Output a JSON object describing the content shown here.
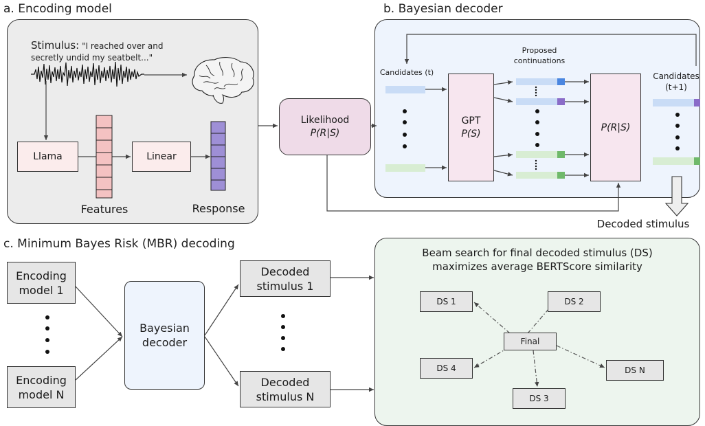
{
  "panel_a": {
    "title": "a. Encoding model",
    "stimulus_label": "Stimulus:",
    "stimulus_quote_line1": "\"I reached over and",
    "stimulus_quote_line2": "secretly undid my seatbelt...\"",
    "llama": "Llama",
    "linear": "Linear",
    "features": "Features",
    "response": "Response",
    "colors": {
      "panel_bg": "#ececec",
      "feature": "#f4c2c2",
      "response": "#9e8fd6",
      "box": "#fbecec"
    }
  },
  "likelihood": {
    "label": "Likelihood",
    "formula": "P(R|S)",
    "bg": "#efdbe8"
  },
  "panel_b": {
    "title": "b. Bayesian decoder",
    "candidates_t": "Candidates (t)",
    "proposed_line1": "Proposed",
    "proposed_line2": "continuations",
    "gpt": "GPT",
    "gpt_formula": "P(S)",
    "prs": "P(R|S)",
    "candidates_t1_line1": "Candidates",
    "candidates_t1_line2": "(t+1)",
    "decoded_stimulus": "Decoded stimulus",
    "colors": {
      "panel_bg": "#eef4fd",
      "blue_bar": "#c9dcf6",
      "blue_tip": "#4a86e0",
      "purple_tip": "#8a6cc8",
      "green_bar": "#d8edd3",
      "green_tip": "#6fb96a",
      "box": "#f7e6ef"
    }
  },
  "panel_c": {
    "title": "c. Minimum Bayes Risk (MBR) decoding",
    "encoding_model_1_l1": "Encoding",
    "encoding_model_1_l2": "model 1",
    "encoding_model_n_l1": "Encoding",
    "encoding_model_n_l2": "model N",
    "bayesian_decoder_l1": "Bayesian",
    "bayesian_decoder_l2": "decoder",
    "decoded_1_l1": "Decoded",
    "decoded_1_l2": "stimulus 1",
    "decoded_n_l1": "Decoded",
    "decoded_n_l2": "stimulus N",
    "beam_line1": "Beam search for final decoded stimulus (DS)",
    "beam_line2": "maximizes average BERTScore similarity",
    "final": "Final",
    "ds1": "DS 1",
    "ds2": "DS 2",
    "ds3": "DS 3",
    "ds4": "DS 4",
    "dsn": "DS N",
    "colors": {
      "gray_box": "#e6e6e6",
      "decoder_bg": "#eef4fd",
      "beam_bg": "#edf5ee"
    }
  }
}
